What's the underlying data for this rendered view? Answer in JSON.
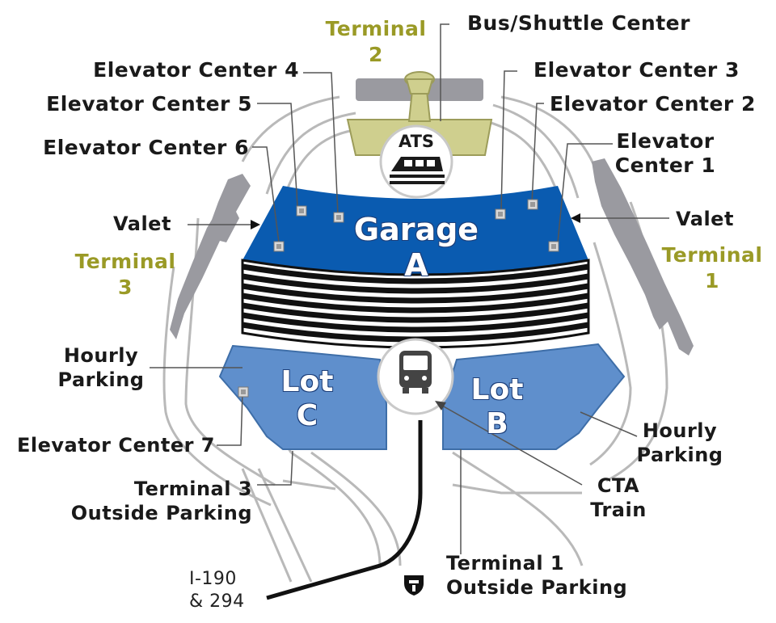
{
  "labels": {
    "terminal_2": "Terminal\n2",
    "bus_shuttle_center": "Bus/Shuttle Center",
    "elevator_center_4": "Elevator Center 4",
    "elevator_center_3": "Elevator Center 3",
    "elevator_center_5": "Elevator Center 5",
    "elevator_center_2": "Elevator Center 2",
    "elevator_center_6": "Elevator Center 6",
    "elevator_center_1": "Elevator\nCenter 1",
    "valet_left": "Valet",
    "valet_right": "Valet",
    "terminal_3": "Terminal\n3",
    "terminal_1": "Terminal\n1",
    "hourly_parking_left": "Hourly\nParking",
    "hourly_parking_right": "Hourly\nParking",
    "elevator_center_7": "Elevator Center 7",
    "terminal_3_outside_parking": "Terminal 3\nOutside Parking",
    "cta_train": "CTA\nTrain",
    "terminal_1_outside_parking": "Terminal 1\nOutside Parking",
    "highway": "I-190\n& 294"
  },
  "areas": {
    "ats": "ATS",
    "garage_a": [
      "Garage",
      "A"
    ],
    "lot_c": [
      "Lot",
      "C"
    ],
    "lot_b": [
      "Lot",
      "B"
    ]
  },
  "colors": {
    "garage_blue": "#0a5bb0",
    "lot_blue": "#5f8fcc",
    "terminal_gray": "#9a9aa0",
    "tower_khaki": "#cfcf8e",
    "terminal_label_olive": "#9a9a26",
    "road_outline": "#b8b8b8"
  },
  "icons": {
    "ats_train": "train-icon",
    "cta_bus": "bus-icon",
    "elevator_marker": "elevator-icon",
    "highway_shield": "interstate-shield-icon"
  }
}
